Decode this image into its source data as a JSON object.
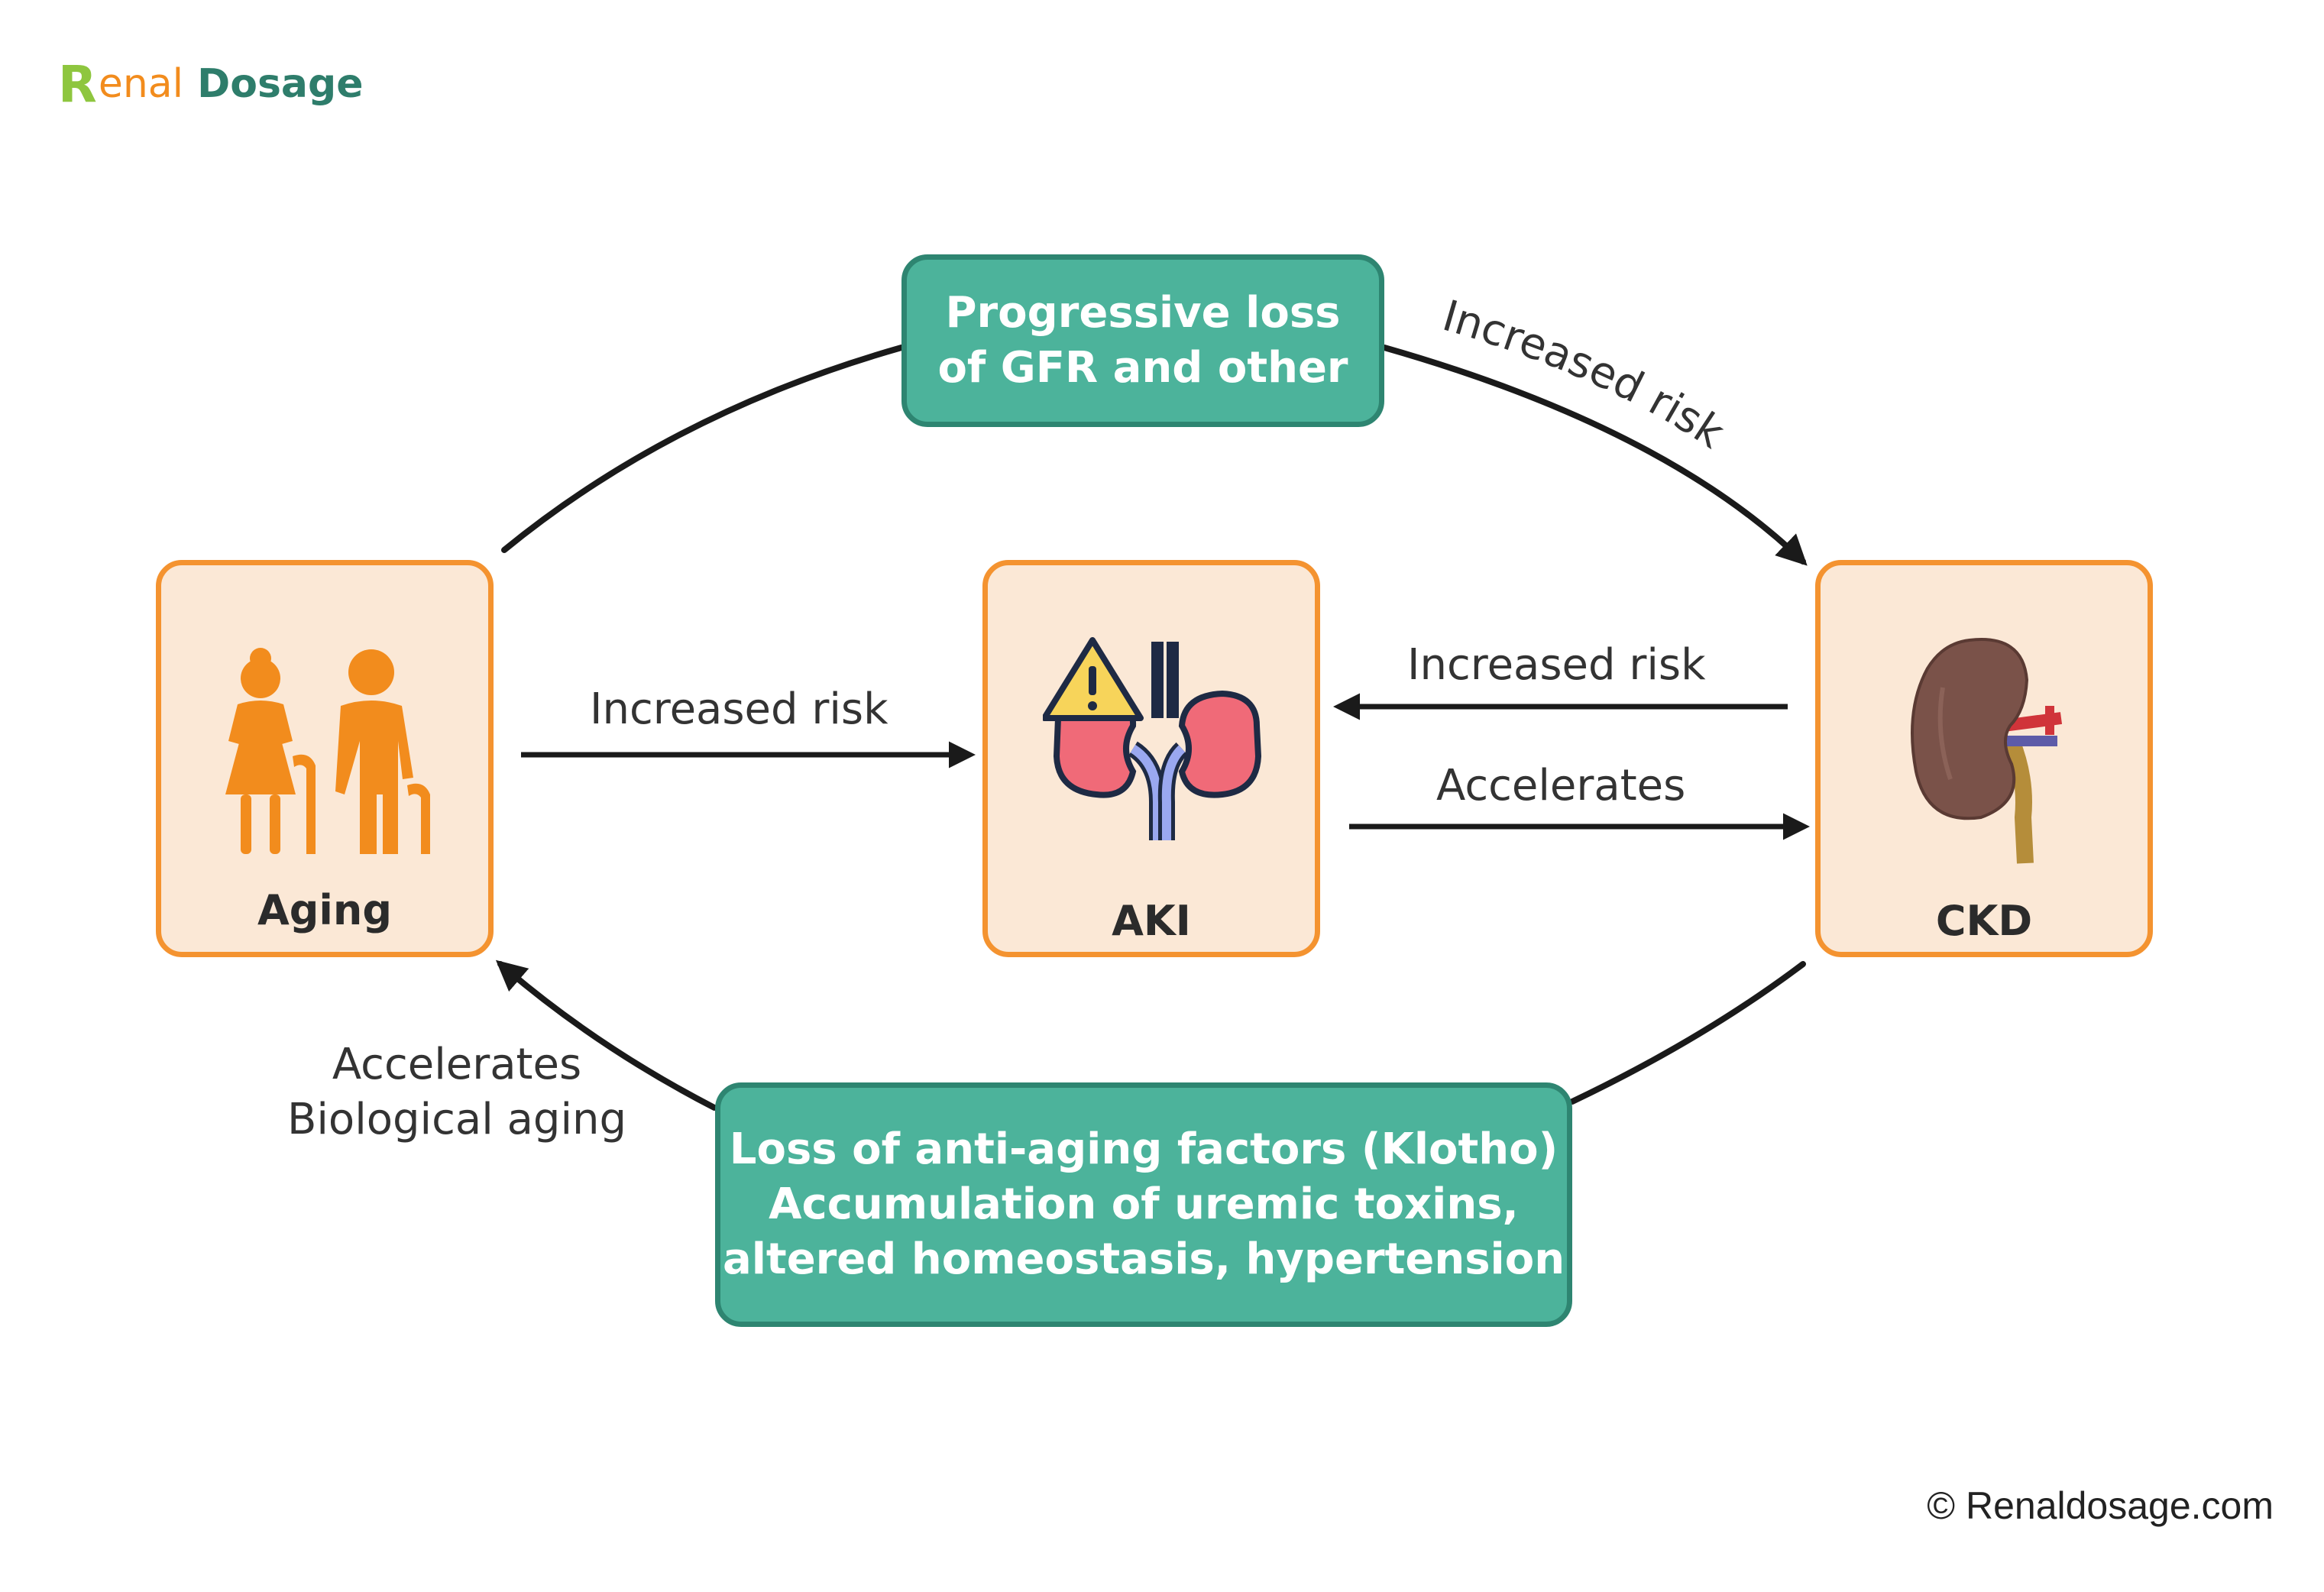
{
  "logo": {
    "letter_r": "R",
    "word_enal": "enal",
    "word_dosage": "Dosage"
  },
  "nodes": {
    "aging": {
      "label": "Aging",
      "icon": "elderly-couple-icon"
    },
    "aki": {
      "label": "AKI",
      "icon": "kidneys-warning-icon"
    },
    "ckd": {
      "label": "CKD",
      "icon": "kidney-icon"
    }
  },
  "top_box": {
    "lines": [
      "Progressive loss",
      "of GFR and other"
    ]
  },
  "bottom_box": {
    "lines": [
      "Loss of anti-aging factors (Klotho)",
      "Accumulation of uremic toxins,",
      "altered homeostasis, hypertension"
    ]
  },
  "edge_labels": {
    "aging_to_aki": "Increased risk",
    "ckd_to_aki": "Increased risk",
    "aki_to_ckd": "Accelerates",
    "top_arc": "Increased risk",
    "bottom_arc_line1": "Accelerates",
    "bottom_arc_line2": "Biological aging"
  },
  "footer": {
    "copyright": "© Renaldosage.com"
  },
  "colors": {
    "node_fill": "#fbe8d6",
    "node_border": "#f49330",
    "teal_fill": "#4cb39b",
    "teal_border": "#2e8571",
    "arrow": "#1a1a1a",
    "icon_orange": "#f28c1d"
  }
}
